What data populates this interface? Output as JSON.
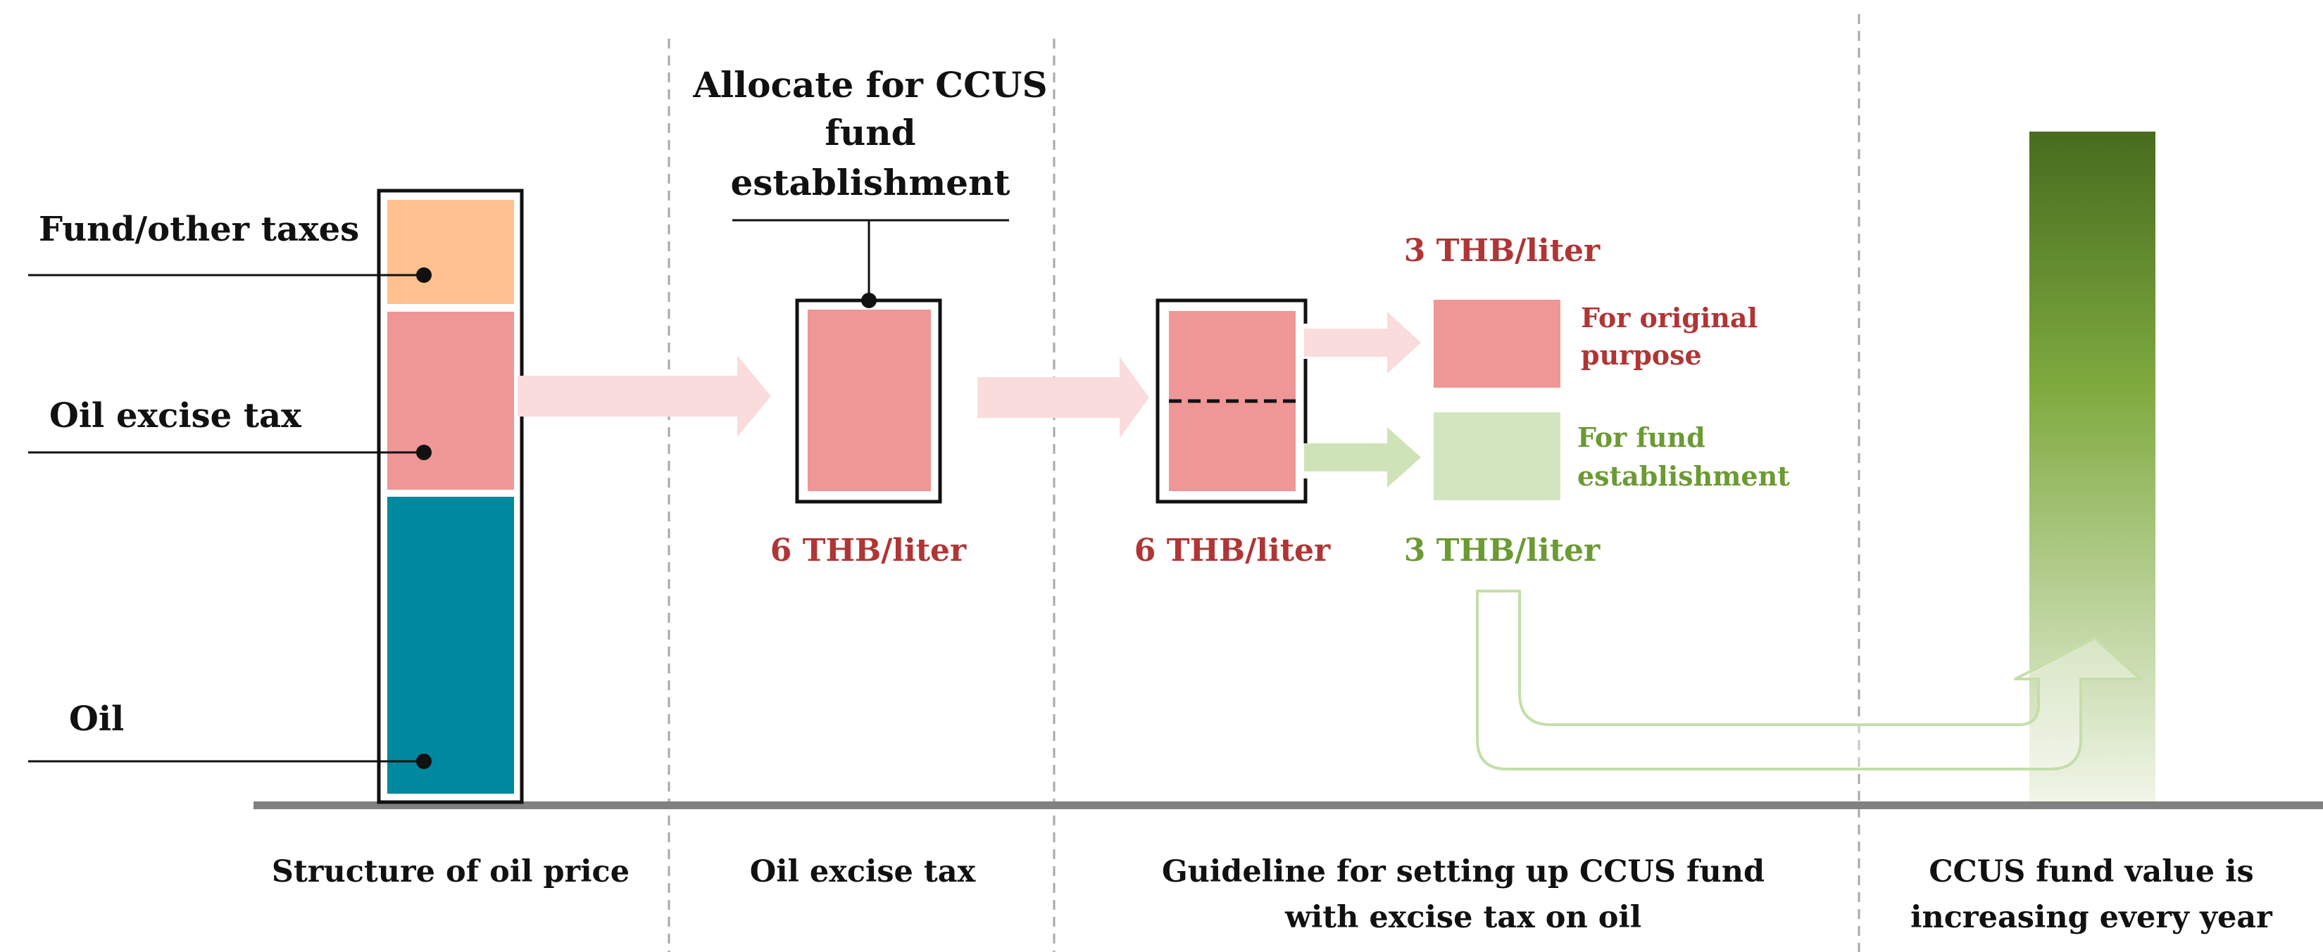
{
  "labels": {
    "fund_other_taxes": "Fund/other taxes",
    "oil_excise_tax": "Oil excise tax",
    "oil": "Oil",
    "allocate_line1": "Allocate for CCUS",
    "allocate_line2": "fund",
    "allocate_line3": "establishment",
    "amount_excise": "6 THB/liter",
    "amount_split": "6 THB/liter",
    "amount_original": "3 THB/liter",
    "amount_fund": "3 THB/liter",
    "original_line1": "For original",
    "original_line2": "purpose",
    "fund_line1": "For fund",
    "fund_line2": "establishment"
  },
  "sections": {
    "s1": "Structure of oil price",
    "s2": "Oil excise tax",
    "s3_line1": "Guideline for setting up CCUS fund",
    "s3_line2": "with excise tax on oil",
    "s4_line1": "CCUS fund value is",
    "s4_line2": "increasing every year"
  },
  "colors": {
    "fund_block": "#FFC18F",
    "excise_block": "#EF9696",
    "oil_block": "#00889E",
    "fund_light": "#D3E5BE",
    "red_text": "#B03535",
    "green_text": "#6C9A33",
    "arrow_pink": "#FADCDC",
    "arrow_green": "#CFE3B8",
    "bar_top": "#476C1F",
    "bar_mid": "#7FAA3F",
    "bar_bottom": "#F1F6EA",
    "baseline": "#808080"
  }
}
